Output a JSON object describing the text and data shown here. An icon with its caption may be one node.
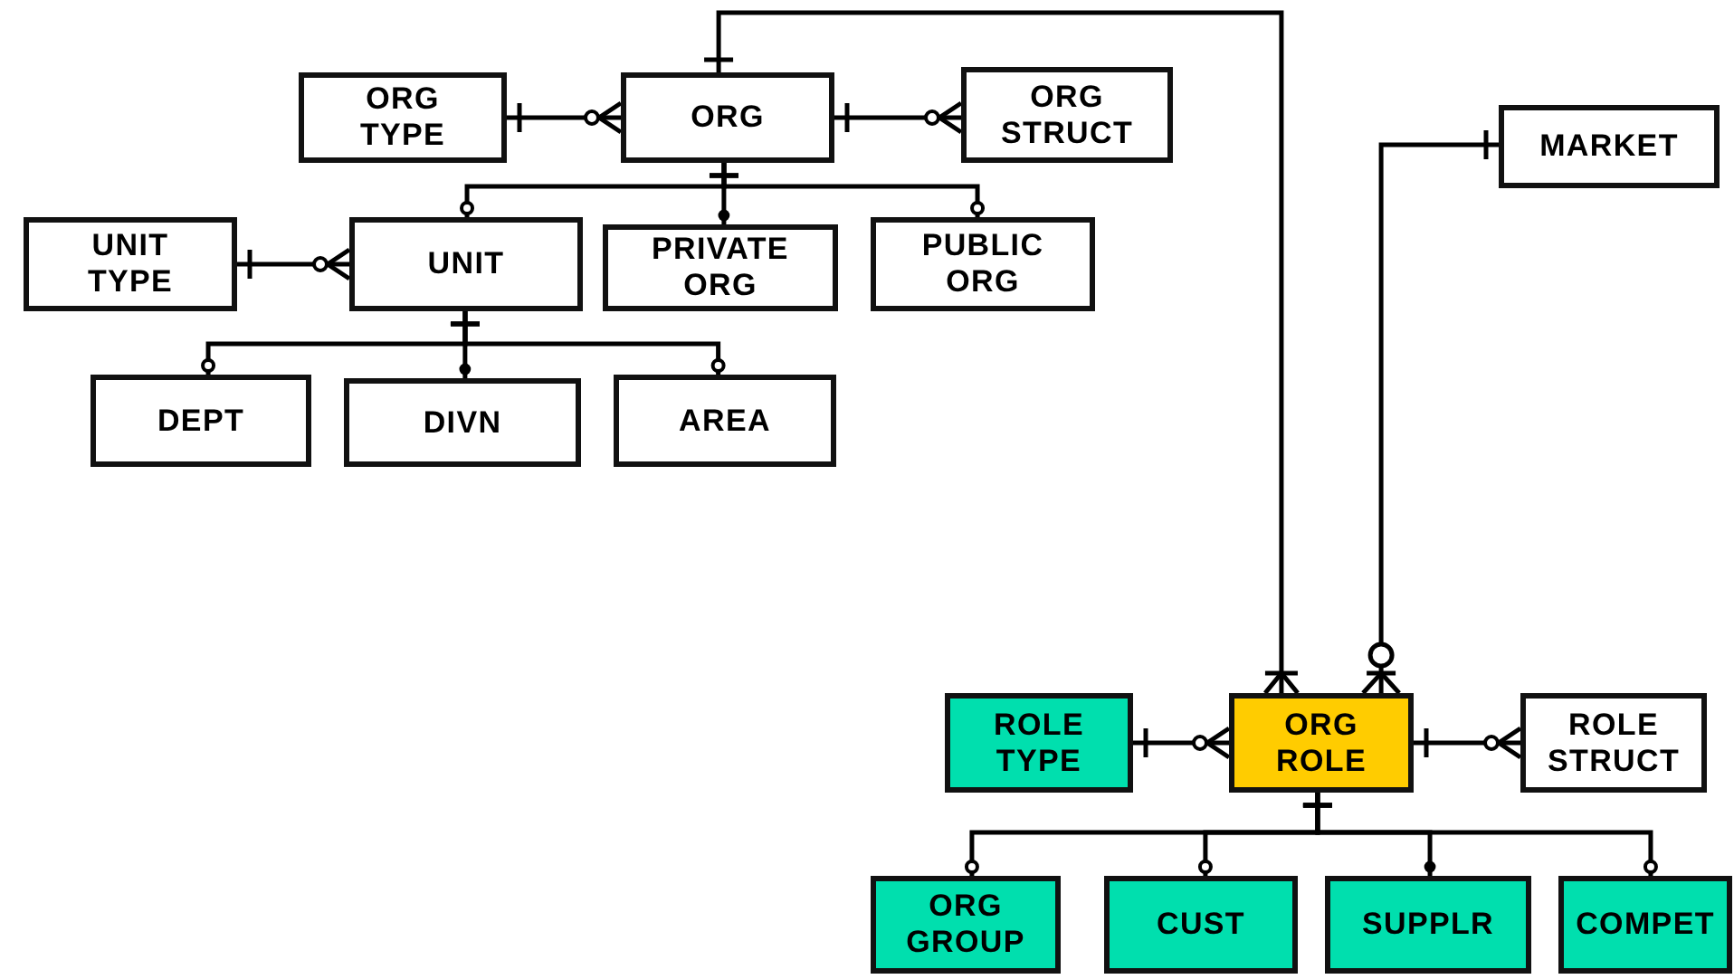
{
  "diagram": {
    "nodes": [
      {
        "text": [
          "ORG TYPE"
        ]
      },
      {
        "text": [
          "ORG"
        ]
      },
      {
        "text": [
          "ORG STRUCT"
        ]
      },
      {
        "text": [
          "MARKET"
        ]
      },
      {
        "text": [
          "UNIT TYPE"
        ]
      },
      {
        "text": [
          "UNIT"
        ]
      },
      {
        "text": [
          "PRIVATE ORG"
        ]
      },
      {
        "text": [
          "PUBLIC ORG"
        ]
      },
      {
        "text": [
          "DEPT"
        ]
      },
      {
        "text": [
          "DIVN"
        ]
      },
      {
        "text": [
          "AREA"
        ]
      },
      {
        "text": [
          "ROLE TYPE"
        ]
      },
      {
        "text": [
          "ORG ROLE"
        ]
      },
      {
        "text": [
          "ROLE STRUCT"
        ]
      },
      {
        "text": [
          "ORG GROUP"
        ]
      },
      {
        "text": [
          "CUST"
        ]
      },
      {
        "text": [
          "SUPPLR"
        ]
      },
      {
        "text": [
          "COMPET"
        ]
      }
    ],
    "edges": [
      {
        "from": 0,
        "to": 1,
        "arrow": "other"
      },
      {
        "from": 1,
        "to": 2,
        "arrow": "other"
      },
      {
        "from": 1,
        "to": 5,
        "arrow": "other"
      },
      {
        "from": 1,
        "to": 6,
        "arrow": "other"
      },
      {
        "from": 1,
        "to": 7,
        "arrow": "other"
      },
      {
        "from": 4,
        "to": 5,
        "arrow": "other"
      },
      {
        "from": 5,
        "to": 8,
        "arrow": "other"
      },
      {
        "from": 5,
        "to": 9,
        "arrow": "other"
      },
      {
        "from": 5,
        "to": 10,
        "arrow": "other"
      },
      {
        "from": 1,
        "to": 12,
        "arrow": "other"
      },
      {
        "from": 3,
        "to": 12,
        "arrow": "other"
      },
      {
        "from": 11,
        "to": 12,
        "arrow": "other"
      },
      {
        "from": 12,
        "to": 13,
        "arrow": "other"
      },
      {
        "from": 12,
        "to": 14,
        "arrow": "other"
      },
      {
        "from": 12,
        "to": 15,
        "arrow": "other"
      },
      {
        "from": 12,
        "to": 16,
        "arrow": "other"
      },
      {
        "from": 12,
        "to": 17,
        "arrow": "other"
      }
    ]
  }
}
